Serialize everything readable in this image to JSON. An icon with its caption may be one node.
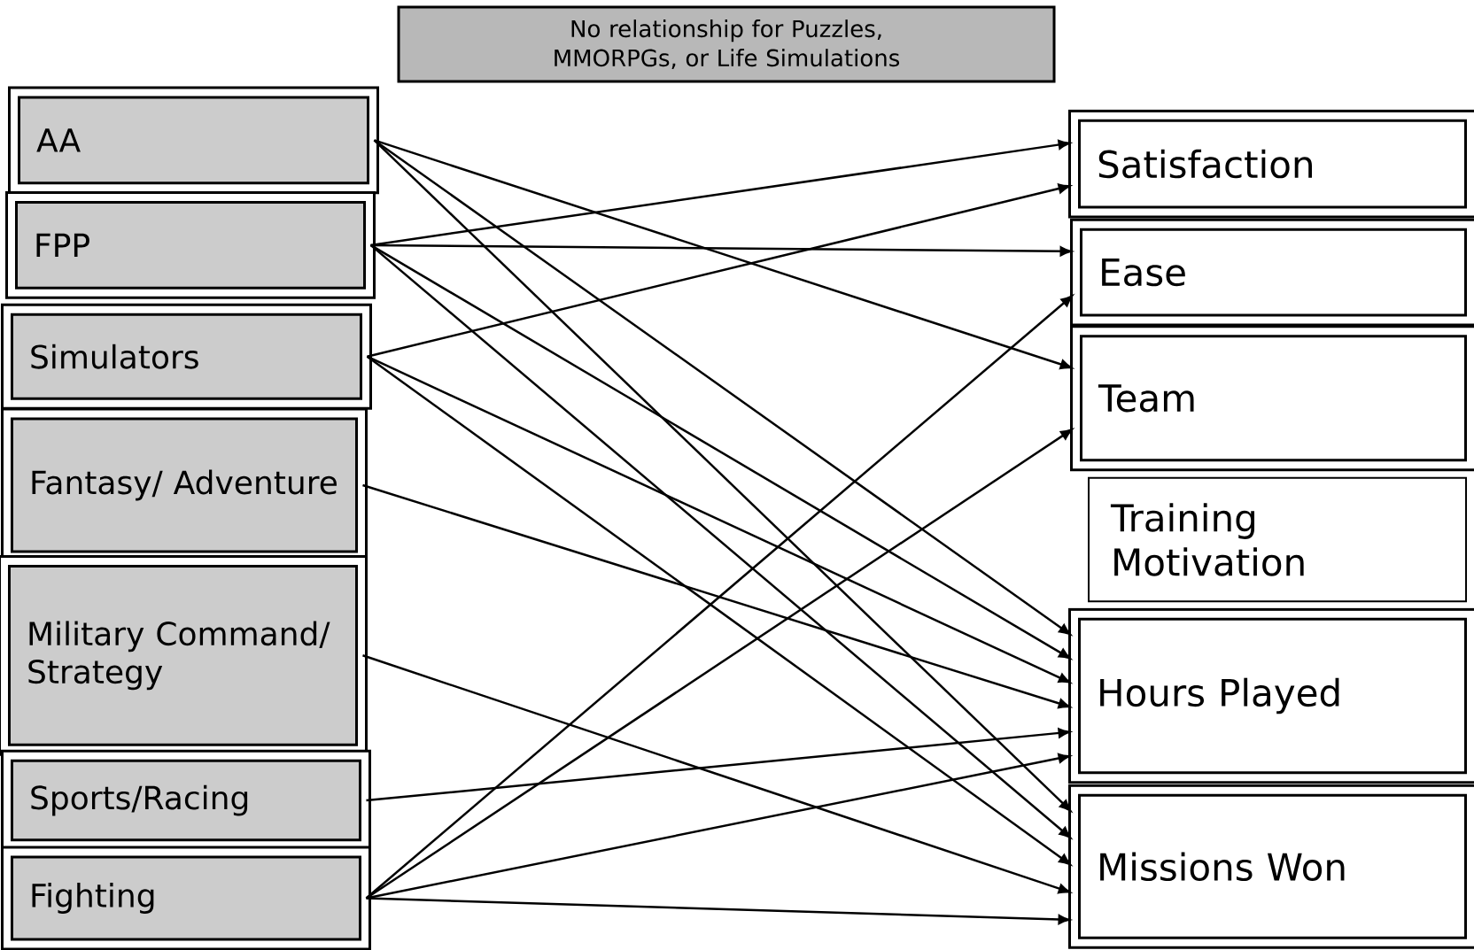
{
  "diagram": {
    "nodes": [
      {
        "text": [
          "AA"
        ]
      },
      {
        "text": [
          "FPP"
        ]
      },
      {
        "text": [
          "Simulators"
        ]
      },
      {
        "text": [
          "Fantasy/ Adventure"
        ]
      },
      {
        "text": [
          "Military Command/ Strategy"
        ]
      },
      {
        "text": [
          "Sports/Racing"
        ]
      },
      {
        "text": [
          "Fighting"
        ]
      },
      {
        "text": [
          "No relationship for Puzzles, MMORPGs, or Life Simulations"
        ]
      },
      {
        "text": [
          "Satisfaction"
        ]
      },
      {
        "text": [
          "Ease"
        ]
      },
      {
        "text": [
          "Team"
        ]
      },
      {
        "text": [
          "Training Motivation"
        ]
      },
      {
        "text": [
          "Hours Played"
        ]
      },
      {
        "text": [
          "Missions Won"
        ]
      }
    ],
    "edges": [
      {
        "from": 0,
        "to": 10,
        "arrow": "to"
      },
      {
        "from": 0,
        "to": 12,
        "arrow": "to"
      },
      {
        "from": 0,
        "to": 13,
        "arrow": "to"
      },
      {
        "from": 1,
        "to": 8,
        "arrow": "to"
      },
      {
        "from": 1,
        "to": 9,
        "arrow": "to"
      },
      {
        "from": 1,
        "to": 12,
        "arrow": "to"
      },
      {
        "from": 1,
        "to": 13,
        "arrow": "to"
      },
      {
        "from": 2,
        "to": 8,
        "arrow": "to"
      },
      {
        "from": 2,
        "to": 12,
        "arrow": "to"
      },
      {
        "from": 2,
        "to": 13,
        "arrow": "to"
      },
      {
        "from": 3,
        "to": 12,
        "arrow": "to"
      },
      {
        "from": 4,
        "to": 13,
        "arrow": "to"
      },
      {
        "from": 5,
        "to": 12,
        "arrow": "to"
      },
      {
        "from": 6,
        "to": 9,
        "arrow": "to"
      },
      {
        "from": 6,
        "to": 10,
        "arrow": "to"
      },
      {
        "from": 6,
        "to": 12,
        "arrow": "to"
      },
      {
        "from": 6,
        "to": 13,
        "arrow": "to"
      }
    ]
  }
}
